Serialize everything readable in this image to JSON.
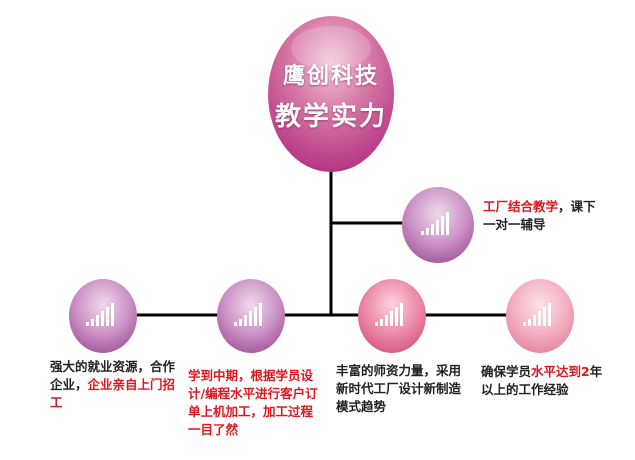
{
  "center": {
    "line1": "鹰创科技",
    "line2": "教学实力"
  },
  "nodes": [
    {
      "id": "top-right",
      "segments": [
        {
          "text": "工厂结合教学",
          "hl": true
        },
        {
          "text": "，课下一对一辅导",
          "hl": false
        }
      ]
    },
    {
      "id": "b1",
      "segments": [
        {
          "text": "强大的就业资源，合作企业，",
          "hl": false
        },
        {
          "text": "企业亲自上门招工",
          "hl": true
        }
      ]
    },
    {
      "id": "b2",
      "segments": [
        {
          "text": "学到中期，根据学员设计/编程水平进行客户订单上机加工，加工过程一目了然",
          "hl": true
        }
      ]
    },
    {
      "id": "b3",
      "segments": [
        {
          "text": "丰富的师资力量，采用新时代工厂设计新制造模式趋势",
          "hl": false
        }
      ]
    },
    {
      "id": "b4",
      "segments": [
        {
          "text": "确保学员",
          "hl": false
        },
        {
          "text": "水平达到2",
          "hl": true
        },
        {
          "text": "年以上的工作经验",
          "hl": false
        }
      ]
    }
  ],
  "icon": "signal-bars-icon",
  "colors": {
    "line": "#000000",
    "highlight": "#e0161e",
    "circle_purple": "#b46aa8",
    "circle_pink": "#e27ba0",
    "circle_light": "#f0a5b8"
  }
}
